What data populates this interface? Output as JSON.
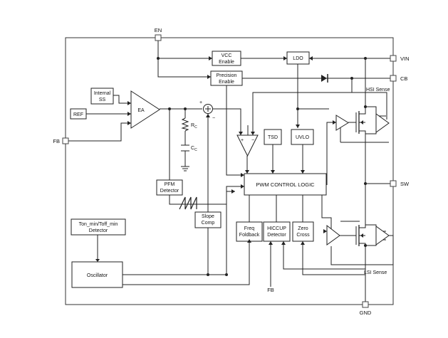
{
  "pins": {
    "en": "EN",
    "vin": "VIN",
    "cb": "CB",
    "sw": "SW",
    "gnd": "GND",
    "fb": "FB",
    "fb_bottom": "FB"
  },
  "blocks": {
    "internal_ss": [
      "Internal",
      "SS"
    ],
    "ref": "REF",
    "ea": "EA",
    "vcc_enable": [
      "VCC",
      "Enable"
    ],
    "ldo": "LDO",
    "precision_enable": [
      "Precision",
      "Enable"
    ],
    "tsd": "TSD",
    "uvlo": "UVLO",
    "pwm_control_logic": "PWM CONTROL LOGIC",
    "pfm_detector": [
      "PFM",
      "Detector"
    ],
    "slope_comp": [
      "Slope",
      "Comp"
    ],
    "freq_foldback": [
      "Freq",
      "Foldback"
    ],
    "hiccup_detector": [
      "HICCUP",
      "Detector"
    ],
    "zero_cross": [
      "Zero",
      "Cross"
    ],
    "ton_toff": [
      "Ton_min/Toff_min",
      "Detector"
    ],
    "oscillator": "Oscillator"
  },
  "labels": {
    "hsi_sense": "HSI Sense",
    "lsi_sense": "LSI Sense",
    "rc": "R",
    "rc_sub": "C",
    "cc": "C",
    "cc_sub": "C",
    "plus": "+",
    "minus": "−"
  }
}
